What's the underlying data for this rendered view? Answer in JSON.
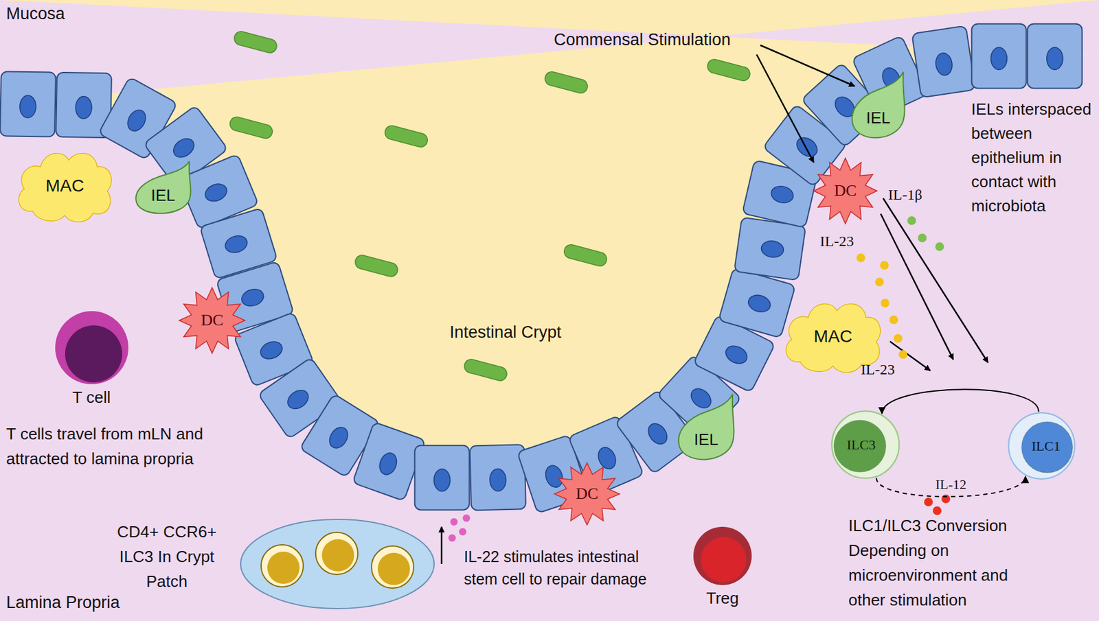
{
  "diagram": {
    "nodes": [
      {
        "text": [
          "MAC"
        ]
      },
      {
        "text": [
          "IEL"
        ]
      },
      {
        "text": [
          "DC"
        ]
      },
      {
        "text": [
          "T cell"
        ]
      },
      {
        "text": [
          "IEL"
        ]
      },
      {
        "text": [
          "DC"
        ]
      },
      {
        "text": [
          "MAC"
        ]
      },
      {
        "text": [
          "IEL"
        ]
      },
      {
        "text": [
          "ILC3"
        ]
      },
      {
        "text": [
          "ILC1"
        ]
      },
      {
        "text": [
          "DC"
        ]
      },
      {
        "text": [
          "CD4+ CCR6+ ILC3 In Crypt Patch"
        ]
      },
      {
        "text": [
          "Treg"
        ]
      }
    ],
    "edges": [
      {
        "from": 9,
        "to": 8,
        "arrow": "to"
      },
      {
        "from": 8,
        "to": 9,
        "arrow": "to",
        "label": "IL-12"
      }
    ],
    "labels": [
      "Mucosa",
      "Commensal Stimulation",
      "IELs interspaced between epithelium in contact with microbiota",
      "IL-1β",
      "IL-23",
      "Intestinal Crypt",
      "IL-23",
      "T cells travel from mLN and attracted to lamina propria",
      "IL-22 stimulates intestinal stem cell to repair damage",
      "ILC1/ILC3 Conversion Depending on microenvironment and other stimulation",
      "Lamina Propria"
    ]
  }
}
